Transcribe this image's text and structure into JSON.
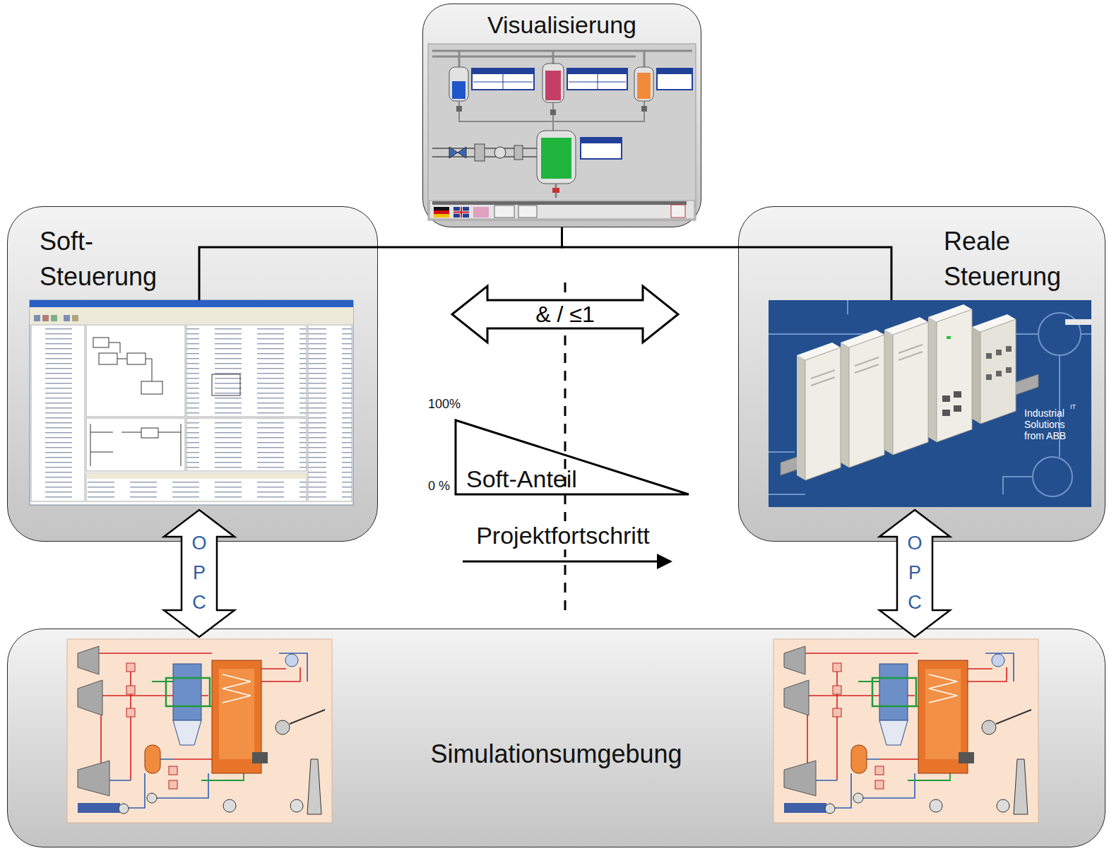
{
  "diagram": {
    "nodes": [
      {
        "text": [
          "Visualisierung"
        ]
      },
      {
        "text": [
          "Soft- Steuerung"
        ]
      },
      {
        "text": [
          "Reale Steuerung"
        ]
      },
      {
        "text": [
          "Simulationsumgebung"
        ]
      }
    ],
    "edges": [
      {
        "from": 0,
        "to": 1,
        "arrow": "none"
      },
      {
        "from": 0,
        "to": 2,
        "arrow": "none"
      },
      {
        "from": 1,
        "to": 3,
        "label": "OPC",
        "arrow": "both"
      },
      {
        "from": 2,
        "to": 3,
        "label": "OPC",
        "arrow": "both"
      }
    ],
    "labels": [
      "& / ≤1",
      "100%",
      "0 %",
      "Soft-Anteil",
      "Projektfortschritt",
      "Industrial",
      "IT",
      "Solutions",
      "from ABB"
    ]
  }
}
